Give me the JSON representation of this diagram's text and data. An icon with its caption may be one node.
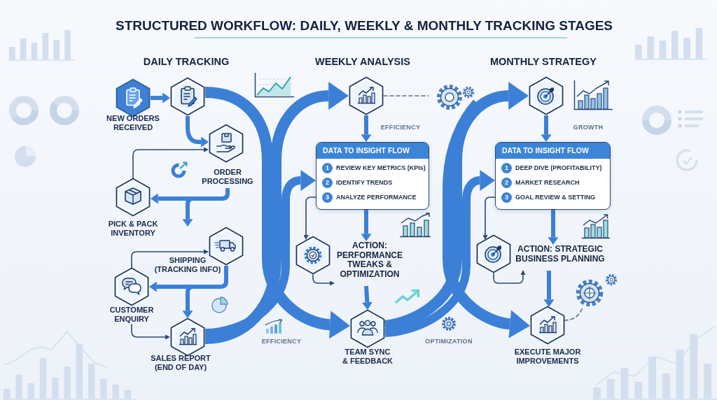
{
  "diagram": {
    "title": "STRUCTURED WORKFLOW: DAILY, WEEKLY & MONTHLY TRACKING STAGES",
    "nodes": [
      {
        "text": [
          "NEW ORDERS RECEIVED"
        ]
      },
      {
        "text": [],
        "shape": "hexagon"
      },
      {
        "text": [
          "ORDER PROCESSING"
        ]
      },
      {
        "text": [
          "PICK & PACK INVENTORY"
        ]
      },
      {
        "text": [
          "SHIPPING (TRACKING INFO)"
        ]
      },
      {
        "text": [
          "CUSTOMER ENQUIRY"
        ]
      },
      {
        "text": [
          "SALES REPORT (END OF DAY)"
        ]
      },
      {
        "text": [],
        "shape": "hexagon"
      },
      {
        "text": [],
        "shape": "picture"
      },
      {
        "text": [
          "DATA TO INSIGHT FLOW"
        ]
      },
      {
        "text": [
          "1"
        ],
        "in": 9,
        "beside": [
          "REVIEW KEY METRICS (KPIs)"
        ]
      },
      {
        "text": [
          "2"
        ],
        "in": 9,
        "beside": [
          "IDENTIFY TRENDS"
        ]
      },
      {
        "text": [
          "3"
        ],
        "in": 9,
        "beside": [
          "ANALYZE PERFORMANCE"
        ]
      },
      {
        "text": [
          "ACTION: PERFORMANCE TWEAKS & OPTIMIZATION"
        ]
      },
      {
        "text": [],
        "shape": "hexagon"
      },
      {
        "text": [
          "TEAM SYNC & FEEDBACK"
        ]
      },
      {
        "text": [],
        "shape": "hexagon"
      },
      {
        "text": [
          "DATA TO INSIGHT FLOW"
        ]
      },
      {
        "text": [
          "1"
        ],
        "in": 17,
        "beside": [
          "DEEP DIVE (PROFITABILITY)"
        ]
      },
      {
        "text": [
          "2"
        ],
        "in": 17,
        "beside": [
          "MARKET RESEARCH"
        ]
      },
      {
        "text": [
          "3"
        ],
        "in": 17,
        "beside": [
          "GOAL REVIEW & SETTING"
        ]
      },
      {
        "text": [
          "ACTION: STRATEGIC BUSINESS PLANNING"
        ]
      },
      {
        "text": [],
        "shape": "hexagon"
      },
      {
        "text": [],
        "shape": "picture"
      },
      {
        "text": [
          "EXECUTE MAJOR IMPROVEMENTS"
        ]
      }
    ],
    "edges": [
      {
        "from": 0,
        "to": 1,
        "arrow": "to"
      },
      {
        "from": 1,
        "to": 2,
        "arrow": "to"
      },
      {
        "from": 3,
        "to": 2,
        "arrow": "to",
        "color": "#2b4a74"
      },
      {
        "from": 2,
        "to": 3,
        "arrow": "to"
      },
      {
        "from": 2,
        "to": 4,
        "arrow": "to"
      },
      {
        "from": 5,
        "to": 4,
        "arrow": "to",
        "color": "#2b4a74"
      },
      {
        "from": 4,
        "to": 5,
        "arrow": "to"
      },
      {
        "from": 4,
        "to": 6,
        "arrow": "to"
      },
      {
        "from": 5,
        "to": 6,
        "arrow": "to",
        "color": "#2b4a74"
      },
      {
        "from": 1,
        "to": 15,
        "arrow": "to",
        "style": "thick"
      },
      {
        "from": 6,
        "to": 7,
        "arrow": "to",
        "style": "thick"
      },
      {
        "from": 6,
        "to": 9,
        "arrow": "to",
        "style": "thick"
      },
      {
        "from": 7,
        "to": 8,
        "arrow": "none",
        "style": "dashed",
        "color": "#5c7190"
      },
      {
        "from": 7,
        "to": 9,
        "arrow": "to"
      },
      {
        "from": 9,
        "to": 13,
        "arrow": "to"
      },
      {
        "from": 13,
        "to": 15,
        "arrow": "to"
      },
      {
        "from": 9,
        "to": 14,
        "arrow": "to",
        "color": "#2b4a74"
      },
      {
        "from": 14,
        "to": 13,
        "arrow": "to",
        "color": "#2b4a74"
      },
      {
        "from": 15,
        "to": 16,
        "arrow": "to",
        "style": "thick"
      },
      {
        "from": 8,
        "to": 24,
        "arrow": "to",
        "style": "thick"
      },
      {
        "from": 15,
        "to": 17,
        "arrow": "to",
        "style": "thick"
      },
      {
        "from": 16,
        "to": 17,
        "arrow": "to"
      },
      {
        "from": 17,
        "to": 21,
        "arrow": "to"
      },
      {
        "from": 21,
        "to": 24,
        "arrow": "to"
      },
      {
        "from": 17,
        "to": 22,
        "arrow": "to",
        "color": "#2b4a74"
      },
      {
        "from": 22,
        "to": 21,
        "arrow": "to",
        "color": "#2b4a74"
      },
      {
        "from": 24,
        "to": 23,
        "arrow": "none",
        "style": "dashed",
        "color": "#5c7190"
      }
    ],
    "labels": [
      "DAILY TRACKING",
      "WEEKLY ANALYSIS",
      "MONTHLY STRATEGY",
      "EFFICIENCY",
      "GROWTH",
      "EFFICIENCY",
      "OPTIMIZATION"
    ]
  }
}
